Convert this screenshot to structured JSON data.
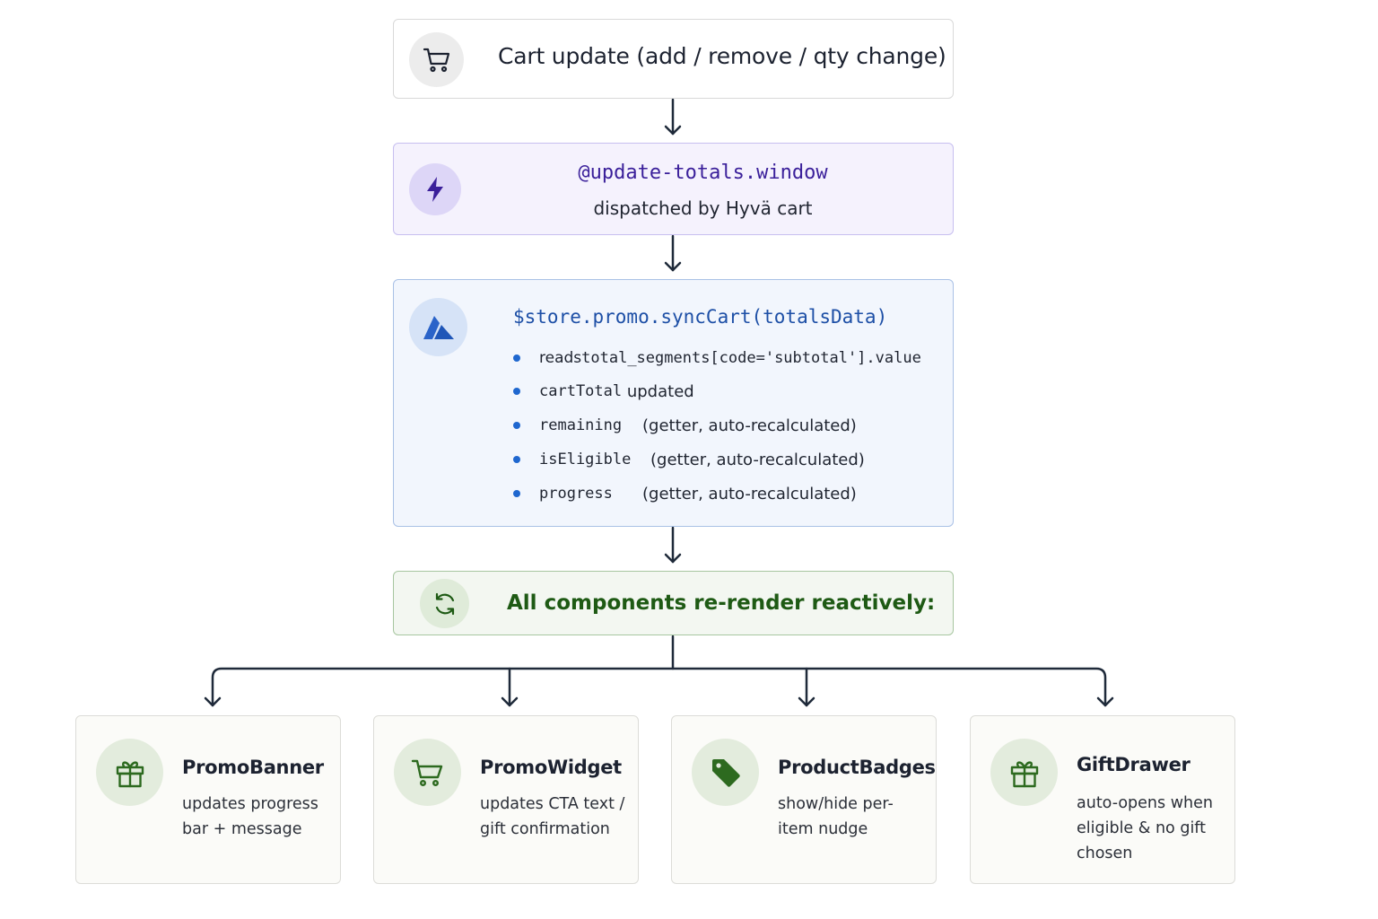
{
  "trigger": {
    "icon": "cart-icon",
    "label": "Cart update (add / remove / qty change)"
  },
  "event": {
    "icon": "lightning-icon",
    "name": "@update-totals.window",
    "subtitle": "dispatched by Hyvä cart"
  },
  "store": {
    "icon": "alpine-logo-icon",
    "call": "$store.promo.syncCart(totalsData)",
    "items": [
      {
        "code": "",
        "text": "reads ",
        "code2": "total_segments[code='subtotal'].value"
      },
      {
        "code": "cartTotal",
        "text": " updated",
        "code2": ""
      },
      {
        "code": "remaining",
        "text": "(getter, auto-recalculated)",
        "code2": ""
      },
      {
        "code": "isEligible",
        "text": "(getter, auto-recalculated)",
        "code2": ""
      },
      {
        "code": "progress",
        "text": "(getter, auto-recalculated)",
        "code2": ""
      }
    ]
  },
  "render": {
    "icon": "refresh-icon",
    "label": "All components re-render reactively:"
  },
  "components": [
    {
      "icon": "gift-icon",
      "name": "PromoBanner",
      "description": "updates progress bar + message"
    },
    {
      "icon": "cart-icon",
      "name": "PromoWidget",
      "description": "updates CTA text / gift confirmation"
    },
    {
      "icon": "tag-icon",
      "name": "ProductBadges",
      "description": "show/hide per-item nudge"
    },
    {
      "icon": "gift-icon",
      "name": "GiftDrawer",
      "description": "auto-opens when eligible & no gift chosen"
    }
  ],
  "colors": {
    "connector": "#1f2a3a",
    "event_accent": "#3a1f9a",
    "store_accent": "#1d4fa6",
    "render_accent": "#1e5a14"
  }
}
